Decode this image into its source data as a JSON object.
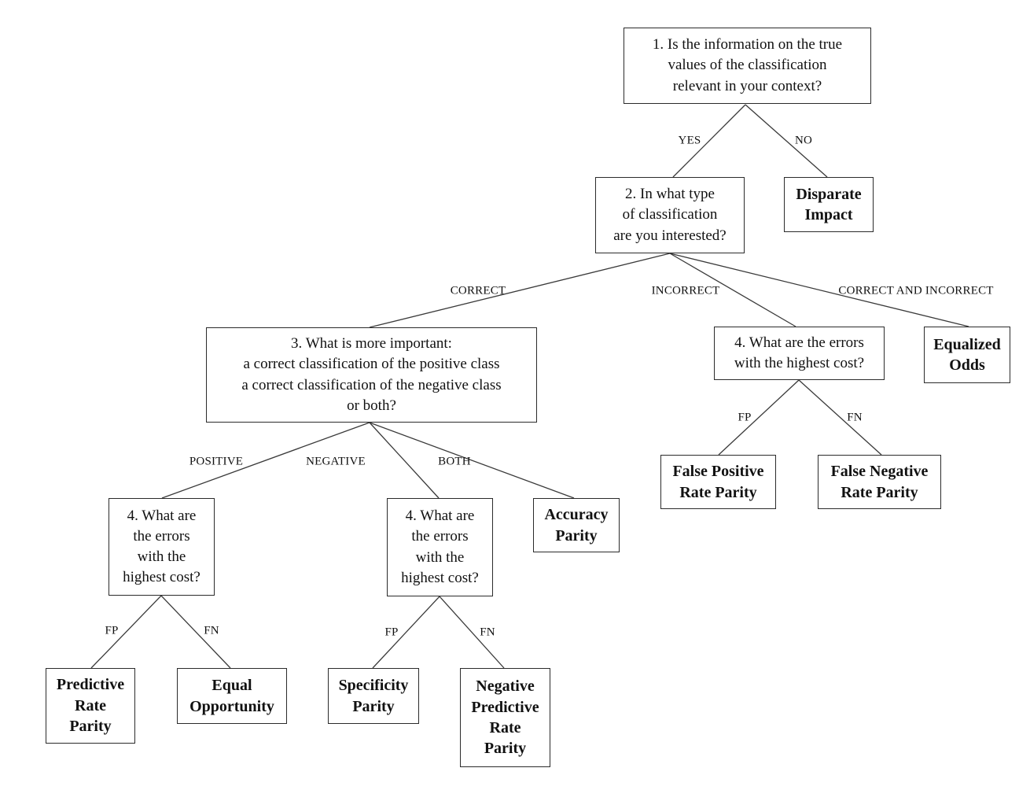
{
  "diagram": {
    "colors": {
      "background": "#ffffff",
      "box_border": "#2b2b2b",
      "edge_line": "#3a3a3a",
      "text": "#111111"
    },
    "nodes": {
      "q1": {
        "type": "question",
        "text": "1. Is the information on the true\nvalues of the classification\nrelevant in your context?"
      },
      "q2": {
        "type": "question",
        "text": "2. In what type\nof classification\nare you interested?"
      },
      "q3": {
        "type": "question",
        "text": "3. What is more important:\na correct classification of the positive class\na correct classification of the negative class\nor both?"
      },
      "q4_left": {
        "type": "question",
        "text": "4. What are\nthe errors\nwith the\nhighest cost?"
      },
      "q4_mid": {
        "type": "question",
        "text": "4. What are\nthe errors\nwith the\nhighest cost?"
      },
      "q4_right": {
        "type": "question",
        "text": "4. What are the errors\nwith the highest cost?"
      },
      "disparate_impact": {
        "type": "outcome",
        "text": "Disparate\nImpact"
      },
      "equalized_odds": {
        "type": "outcome",
        "text": "Equalized\nOdds"
      },
      "false_positive_rate_parity": {
        "type": "outcome",
        "text": "False Positive\nRate Parity"
      },
      "false_negative_rate_parity": {
        "type": "outcome",
        "text": "False Negative\nRate Parity"
      },
      "accuracy_parity": {
        "type": "outcome",
        "text": "Accuracy\nParity"
      },
      "predictive_rate_parity": {
        "type": "outcome",
        "text": "Predictive\nRate\nParity"
      },
      "equal_opportunity": {
        "type": "outcome",
        "text": "Equal\nOpportunity"
      },
      "specificity_parity": {
        "type": "outcome",
        "text": "Specificity\nParity"
      },
      "negative_predictive_rate_parity": {
        "type": "outcome",
        "text": "Negative\nPredictive\nRate\nParity"
      }
    },
    "edge_labels": {
      "yes": "YES",
      "no": "NO",
      "correct": "CORRECT",
      "incorrect": "INCORRECT",
      "correct_and_incorrect": "CORRECT AND INCORRECT",
      "positive": "POSITIVE",
      "negative": "NEGATIVE",
      "both": "BOTH",
      "fp": "FP",
      "fn": "FN"
    }
  }
}
